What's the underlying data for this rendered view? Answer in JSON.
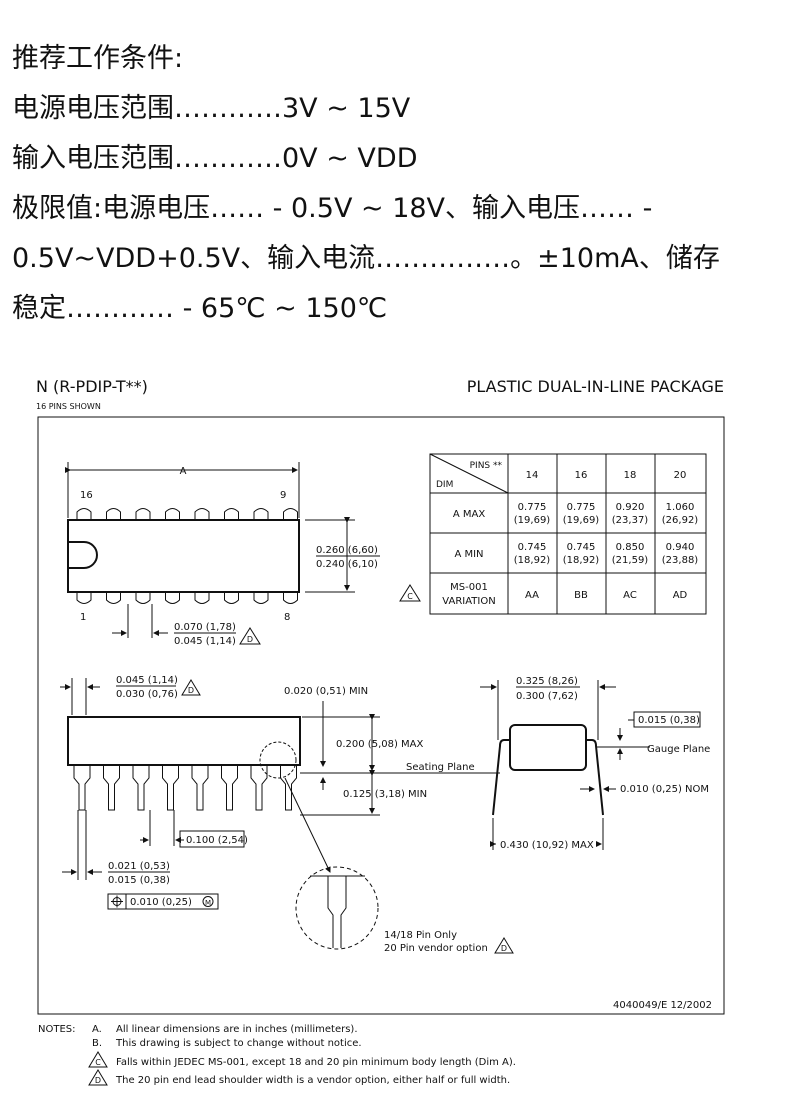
{
  "conditions": {
    "heading": "推荐工作条件:",
    "line1": "电源电压范围…………3V ~ 15V",
    "line2": "输入电压范围…………0V ~ VDD",
    "line3": "极限值:电源电压…… - 0.5V ~ 18V、输入电压…… -",
    "line4": "0.5V~VDD+0.5V、输入电流……………。±10mA、储存",
    "line5": "稳定………… - 65℃ ~ 150℃"
  },
  "package": {
    "code": "N (R-PDIP-T**)",
    "title": "PLASTIC DUAL-IN-LINE PACKAGE",
    "pins_shown": "16 PINS SHOWN",
    "footer_code": "4040049/E  12/2002"
  },
  "table": {
    "header_pins": "PINS **",
    "header_dim": "DIM",
    "pin_counts": [
      "14",
      "16",
      "18",
      "20"
    ],
    "rows": [
      {
        "label": "A  MAX",
        "values": [
          [
            "0.775",
            "(19,69)"
          ],
          [
            "0.775",
            "(19,69)"
          ],
          [
            "0.920",
            "(23,37)"
          ],
          [
            "1.060",
            "(26,92)"
          ]
        ]
      },
      {
        "label": "A  MIN",
        "values": [
          [
            "0.745",
            "(18,92)"
          ],
          [
            "0.745",
            "(18,92)"
          ],
          [
            "0.850",
            "(21,59)"
          ],
          [
            "0.940",
            "(23,88)"
          ]
        ]
      },
      {
        "label": "MS-001",
        "label2": "VARIATION",
        "note_flag": "C",
        "values": [
          [
            "AA"
          ],
          [
            "BB"
          ],
          [
            "AC"
          ],
          [
            "AD"
          ]
        ]
      }
    ]
  },
  "top_view": {
    "dim_a": "A",
    "pin16": "16",
    "pin9": "9",
    "pin1": "1",
    "pin8": "8",
    "width_max": "0.260 (6,60)",
    "width_min": "0.240 (6,10)",
    "shoulder_max": "0.070 (1,78)",
    "shoulder_min": "0.045 (1,14)",
    "shoulder_flag": "D"
  },
  "side_view": {
    "end_max": "0.045 (1,14)",
    "end_min": "0.030 (0,76)",
    "end_flag": "D",
    "standoff": "0.020 (0,51) MIN",
    "height": "0.200 (5,08) MAX",
    "seating": "Seating Plane",
    "lead_len": "0.125 (3,18) MIN",
    "pitch": "0.100 (2,54)",
    "lead_w_max": "0.021 (0,53)",
    "lead_w_min": "0.015 (0,38)",
    "tolerance": "0.010 (0,25)",
    "tol_mod": "M",
    "detail_line1": "14/18 Pin Only",
    "detail_line2": "20 Pin vendor option",
    "detail_flag": "D"
  },
  "end_view": {
    "span_max": "0.325 (8,26)",
    "span_min": "0.300 (7,62)",
    "gauge_dim": "0.015 (0,38)",
    "gauge": "Gauge Plane",
    "lead_thk": "0.010 (0,25) NOM",
    "lead_span": "0.430 (10,92) MAX"
  },
  "notes": {
    "label": "NOTES:",
    "items": [
      {
        "tag": "A.",
        "text": "All linear dimensions are in inches (millimeters)."
      },
      {
        "tag": "B.",
        "text": "This drawing is subject to change without notice."
      },
      {
        "tag": "C",
        "text": "Falls within JEDEC MS-001, except 18 and 20 pin minimum body length (Dim A)."
      },
      {
        "tag": "D",
        "text": "The 20 pin end lead shoulder width is a vendor option, either half or full width."
      }
    ]
  }
}
